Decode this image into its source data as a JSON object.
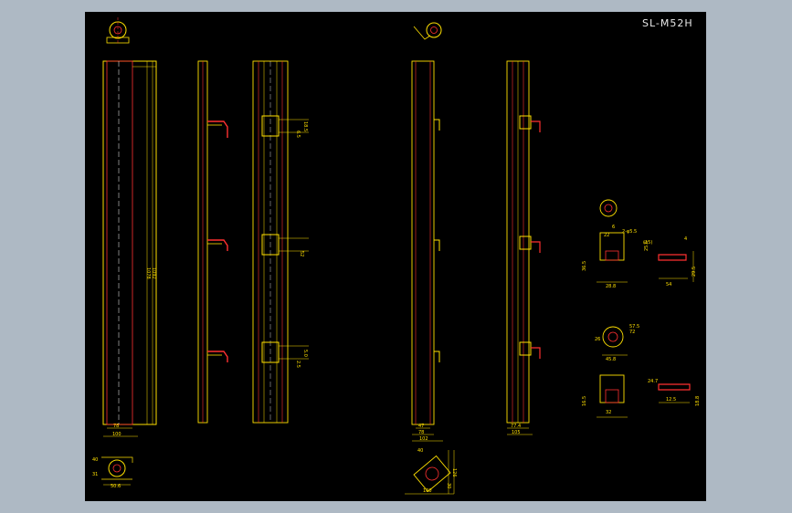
{
  "drawing": {
    "title": "SL-M52H",
    "dims": {
      "len_a": "1078",
      "len_b": "1092",
      "w_78": "78",
      "w_100": "100",
      "w_47": "47",
      "w_102": "102",
      "w_105": "105",
      "w_77": "77.4",
      "d_40": "40",
      "d_31": "31",
      "d_50": "50.6",
      "d_126": "126",
      "d_100": "100",
      "d_40b": "40",
      "d_30": "30",
      "p_65": "6.5",
      "p_185": "18.5",
      "p_52": "52",
      "p_25": "2.5",
      "p_50": "5.0",
      "p_60": "6",
      "p_2": "2-φ5.5",
      "p_22": "22",
      "p_288": "28.8",
      "p_365": "36.5",
      "p_295": "29.5",
      "p_54": "54",
      "p_4": "4",
      "p_15": "(15)",
      "p_255": "25.5",
      "p_575": "57.5",
      "p_72": "72",
      "p_26": "26",
      "p_45": "45.8",
      "p_32": "32",
      "p_12": "12.5",
      "p_24": "24.7",
      "p_165": "16.5",
      "p_188": "18.8"
    }
  }
}
